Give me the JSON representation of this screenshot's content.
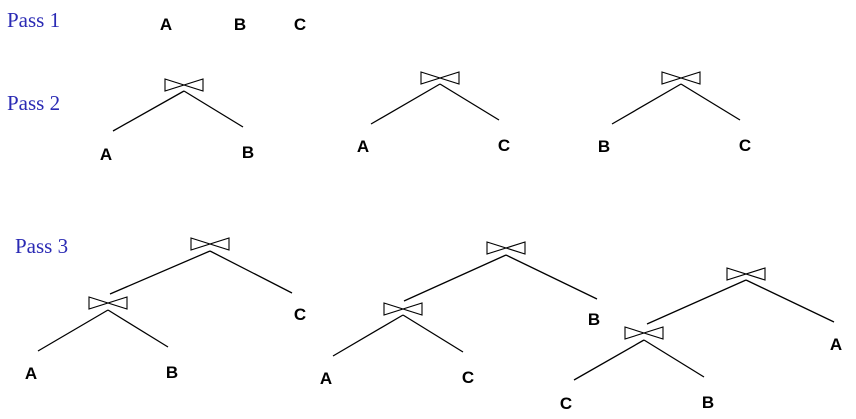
{
  "passes": [
    {
      "label": "Pass 1",
      "items": [
        "A",
        "B",
        "C"
      ]
    },
    {
      "label": "Pass 2",
      "trees": [
        {
          "left": "A",
          "right": "B"
        },
        {
          "left": "A",
          "right": "C"
        },
        {
          "left": "B",
          "right": "C"
        }
      ]
    },
    {
      "label": "Pass 3",
      "trees": [
        {
          "inner_left": "A",
          "inner_right": "B",
          "outer": "C"
        },
        {
          "inner_left": "A",
          "inner_right": "C",
          "outer": "B"
        },
        {
          "inner_left": "C",
          "inner_right": "B",
          "outer": "A"
        }
      ]
    }
  ],
  "join_icon": "bowtie-join-icon",
  "colors": {
    "pass_label": "#2a2ab4",
    "lines": "#000000"
  }
}
